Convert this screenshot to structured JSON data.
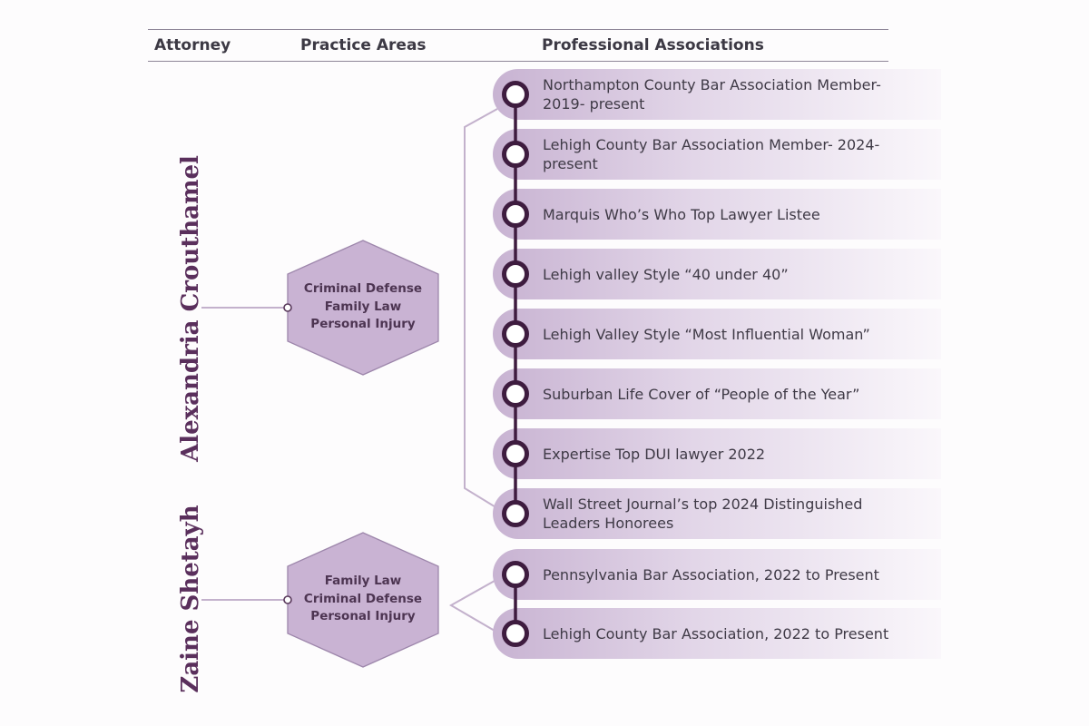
{
  "header": {
    "attorney": "Attorney",
    "practice_areas": "Practice Areas",
    "professional_associations": "Professional Associations"
  },
  "attorneys": [
    {
      "name": "Alexandria Crouthamel",
      "practice_areas": [
        "Criminal Defense",
        "Family Law",
        "Personal Injury"
      ],
      "associations": [
        "Northampton County Bar Association Member- 2019- present",
        "Lehigh County Bar Association Member- 2024-present",
        "Marquis Who’s Who Top Lawyer Listee",
        "Lehigh valley Style “40 under 40”",
        "Lehigh Valley Style “Most Influential Woman”",
        "Suburban Life Cover of “People of the Year”",
        "Expertise Top DUI lawyer 2022",
        "Wall Street Journal’s top 2024 Distinguished Leaders Honorees"
      ]
    },
    {
      "name": "Zaine Shetayh",
      "practice_areas": [
        "Family Law",
        "Criminal Defense",
        "Personal Injury"
      ],
      "associations": [
        "Pennsylvania Bar Association, 2022 to Present",
        "Lehigh County Bar Association, 2022 to Present"
      ]
    }
  ],
  "colors": {
    "hexagon_fill": "#c9b3d3",
    "hexagon_stroke": "#9d86ab",
    "connector": "#c3b1cc",
    "timeline": "#3e1c3f",
    "name_text": "#5a2f5c"
  }
}
